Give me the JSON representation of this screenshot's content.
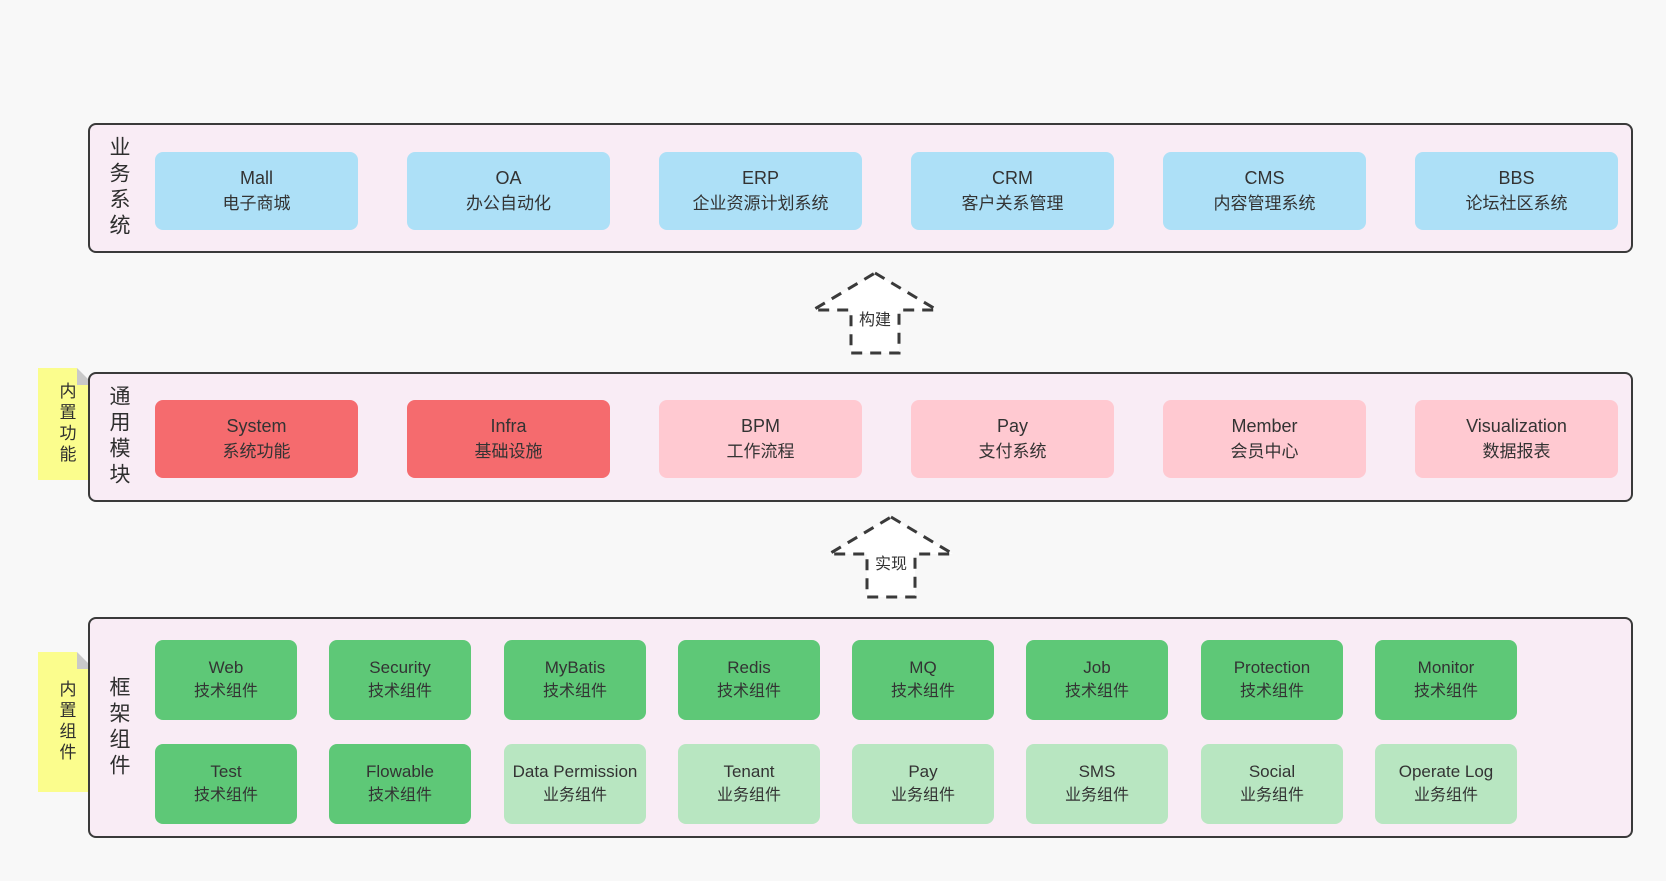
{
  "colors": {
    "page_background": "#f8f8f8",
    "layer_background": "#f9ecf5",
    "layer_border": "#3a3a3a",
    "blue_box": "#ade0f7",
    "red_box": "#f56b6e",
    "pink_box": "#ffc9d1",
    "green_dark_box": "#5ec877",
    "green_light_box": "#b8e6c1",
    "sticky_note": "#fbfd8d",
    "sticky_fold": "#c9c9c9",
    "text": "#333333"
  },
  "arrows": {
    "build": "构建",
    "implement": "实现"
  },
  "layers": {
    "business": {
      "label": "业务系统",
      "boxes": [
        {
          "title": "Mall",
          "subtitle": "电子商城"
        },
        {
          "title": "OA",
          "subtitle": "办公自动化"
        },
        {
          "title": "ERP",
          "subtitle": "企业资源计划系统"
        },
        {
          "title": "CRM",
          "subtitle": "客户关系管理"
        },
        {
          "title": "CMS",
          "subtitle": "内容管理系统"
        },
        {
          "title": "BBS",
          "subtitle": "论坛社区系统"
        }
      ]
    },
    "modules": {
      "label": "通用模块",
      "sticky": "内置功能",
      "boxes": [
        {
          "title": "System",
          "subtitle": "系统功能",
          "variant": "red"
        },
        {
          "title": "Infra",
          "subtitle": "基础设施",
          "variant": "red"
        },
        {
          "title": "BPM",
          "subtitle": "工作流程",
          "variant": "pink"
        },
        {
          "title": "Pay",
          "subtitle": "支付系统",
          "variant": "pink"
        },
        {
          "title": "Member",
          "subtitle": "会员中心",
          "variant": "pink"
        },
        {
          "title": "Visualization",
          "subtitle": "数据报表",
          "variant": "pink"
        }
      ]
    },
    "components": {
      "label": "框架组件",
      "sticky": "内置组件",
      "row1": [
        {
          "title": "Web",
          "subtitle": "技术组件",
          "variant": "green-dark"
        },
        {
          "title": "Security",
          "subtitle": "技术组件",
          "variant": "green-dark"
        },
        {
          "title": "MyBatis",
          "subtitle": "技术组件",
          "variant": "green-dark"
        },
        {
          "title": "Redis",
          "subtitle": "技术组件",
          "variant": "green-dark"
        },
        {
          "title": "MQ",
          "subtitle": "技术组件",
          "variant": "green-dark"
        },
        {
          "title": "Job",
          "subtitle": "技术组件",
          "variant": "green-dark"
        },
        {
          "title": "Protection",
          "subtitle": "技术组件",
          "variant": "green-dark"
        },
        {
          "title": "Monitor",
          "subtitle": "技术组件",
          "variant": "green-dark"
        }
      ],
      "row2": [
        {
          "title": "Test",
          "subtitle": "技术组件",
          "variant": "green-dark"
        },
        {
          "title": "Flowable",
          "subtitle": "技术组件",
          "variant": "green-dark"
        },
        {
          "title": "Data Permission",
          "subtitle": "业务组件",
          "variant": "green-light"
        },
        {
          "title": "Tenant",
          "subtitle": "业务组件",
          "variant": "green-light"
        },
        {
          "title": "Pay",
          "subtitle": "业务组件",
          "variant": "green-light"
        },
        {
          "title": "SMS",
          "subtitle": "业务组件",
          "variant": "green-light"
        },
        {
          "title": "Social",
          "subtitle": "业务组件",
          "variant": "green-light"
        },
        {
          "title": "Operate Log",
          "subtitle": "业务组件",
          "variant": "green-light"
        }
      ]
    }
  }
}
